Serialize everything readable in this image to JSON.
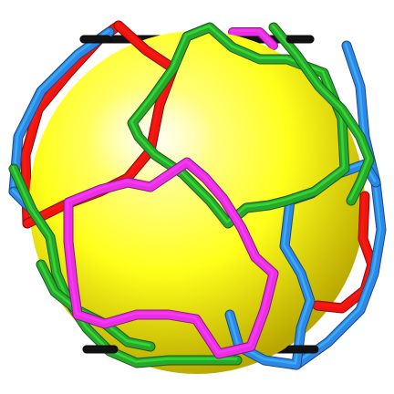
{
  "figure": {
    "description_icon": "molecular-cage-over-sphere",
    "colors": {
      "background": "#ffffff",
      "sphere_light": "#fffcc0",
      "sphere_mid": "#ffff1a",
      "sphere_dark": "#b9a800",
      "strut": "#111111",
      "red": "#f0140f",
      "blue": "#2e86e6",
      "green": "#28a82a",
      "magenta": "#ea2ee4"
    },
    "strands": [
      {
        "name": "red",
        "color_key": "red"
      },
      {
        "name": "blue",
        "color_key": "blue"
      },
      {
        "name": "green",
        "color_key": "green"
      },
      {
        "name": "magenta",
        "color_key": "magenta"
      }
    ]
  }
}
